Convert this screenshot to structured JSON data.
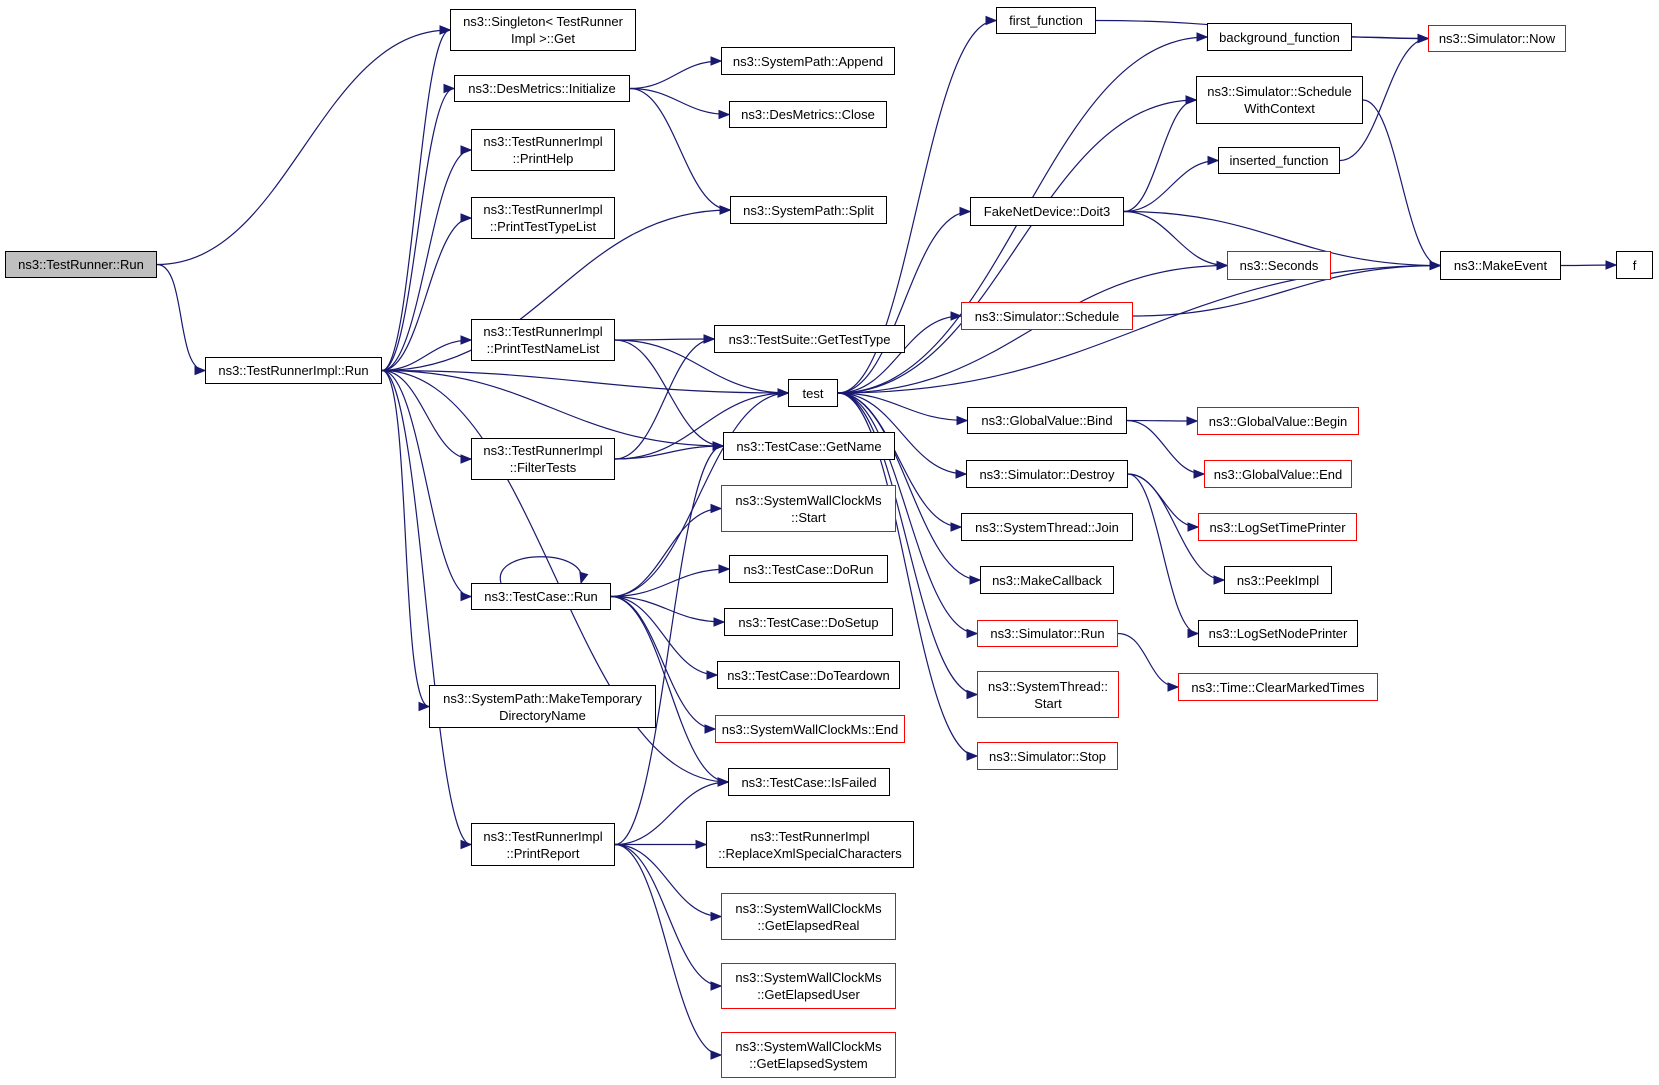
{
  "colors": {
    "edge": "#191970",
    "node_border": "#000000",
    "truncated_border": "#ff0000",
    "focus_fill": "#bfbfbf"
  },
  "nodes": {
    "testrunner_run": {
      "lines": [
        "ns3::TestRunner::Run"
      ],
      "style": "focus"
    },
    "singleton_get": {
      "lines": [
        "ns3::Singleton< TestRunner",
        "Impl >::Get"
      ],
      "style": "normal"
    },
    "desmetrics_initialize": {
      "lines": [
        "ns3::DesMetrics::Initialize"
      ],
      "style": "normal"
    },
    "printhelp": {
      "lines": [
        "ns3::TestRunnerImpl",
        "::PrintHelp"
      ],
      "style": "normal"
    },
    "printtesttypelist": {
      "lines": [
        "ns3::TestRunnerImpl",
        "::PrintTestTypeList"
      ],
      "style": "normal"
    },
    "testrunnerimpl_run": {
      "lines": [
        "ns3::TestRunnerImpl::Run"
      ],
      "style": "normal"
    },
    "printtestnamelist": {
      "lines": [
        "ns3::TestRunnerImpl",
        "::PrintTestNameList"
      ],
      "style": "normal"
    },
    "filtertests": {
      "lines": [
        "ns3::TestRunnerImpl",
        "::FilterTests"
      ],
      "style": "normal"
    },
    "testcase_run": {
      "lines": [
        "ns3::TestCase::Run"
      ],
      "style": "normal"
    },
    "maketemporary": {
      "lines": [
        "ns3::SystemPath::MakeTemporary",
        "DirectoryName"
      ],
      "style": "normal"
    },
    "printreport": {
      "lines": [
        "ns3::TestRunnerImpl",
        "::PrintReport"
      ],
      "style": "normal"
    },
    "systempath_append": {
      "lines": [
        "ns3::SystemPath::Append"
      ],
      "style": "normal"
    },
    "desmetrics_close": {
      "lines": [
        "ns3::DesMetrics::Close"
      ],
      "style": "normal"
    },
    "systempath_split": {
      "lines": [
        "ns3::SystemPath::Split"
      ],
      "style": "normal"
    },
    "gettesttype": {
      "lines": [
        "ns3::TestSuite::GetTestType"
      ],
      "style": "normal"
    },
    "test": {
      "lines": [
        "test"
      ],
      "style": "normal"
    },
    "getname": {
      "lines": [
        "ns3::TestCase::GetName"
      ],
      "style": "normal"
    },
    "wallclock_start": {
      "lines": [
        "ns3::SystemWallClockMs",
        "::Start"
      ],
      "style": "red"
    },
    "dorun": {
      "lines": [
        "ns3::TestCase::DoRun"
      ],
      "style": "normal"
    },
    "dosetup": {
      "lines": [
        "ns3::TestCase::DoSetup"
      ],
      "style": "normal"
    },
    "doteardown": {
      "lines": [
        "ns3::TestCase::DoTeardown"
      ],
      "style": "normal"
    },
    "wallclock_end": {
      "lines": [
        "ns3::SystemWallClockMs::End"
      ],
      "style": "red"
    },
    "isfailed": {
      "lines": [
        "ns3::TestCase::IsFailed"
      ],
      "style": "normal"
    },
    "replacexml": {
      "lines": [
        "ns3::TestRunnerImpl",
        "::ReplaceXmlSpecialCharacters"
      ],
      "style": "normal"
    },
    "getelapsedreal": {
      "lines": [
        "ns3::SystemWallClockMs",
        "::GetElapsedReal"
      ],
      "style": "red"
    },
    "getelapseduser": {
      "lines": [
        "ns3::SystemWallClockMs",
        "::GetElapsedUser"
      ],
      "style": "red"
    },
    "getelapsedsystem": {
      "lines": [
        "ns3::SystemWallClockMs",
        "::GetElapsedSystem"
      ],
      "style": "red"
    },
    "first_function": {
      "lines": [
        "first_function"
      ],
      "style": "normal"
    },
    "background_function": {
      "lines": [
        "background_function"
      ],
      "style": "normal"
    },
    "schedulewithcontext": {
      "lines": [
        "ns3::Simulator::Schedule",
        "WithContext"
      ],
      "style": "normal"
    },
    "inserted_function": {
      "lines": [
        "inserted_function"
      ],
      "style": "normal"
    },
    "doit3": {
      "lines": [
        "FakeNetDevice::Doit3"
      ],
      "style": "normal"
    },
    "simulator_schedule": {
      "lines": [
        "ns3::Simulator::Schedule"
      ],
      "style": "red"
    },
    "globalvalue_bind": {
      "lines": [
        "ns3::GlobalValue::Bind"
      ],
      "style": "normal"
    },
    "simulator_destroy": {
      "lines": [
        "ns3::Simulator::Destroy"
      ],
      "style": "normal"
    },
    "systemthread_join": {
      "lines": [
        "ns3::SystemThread::Join"
      ],
      "style": "normal"
    },
    "makecallback": {
      "lines": [
        "ns3::MakeCallback"
      ],
      "style": "normal"
    },
    "simulator_run": {
      "lines": [
        "ns3::Simulator::Run"
      ],
      "style": "red"
    },
    "systemthread_start": {
      "lines": [
        "ns3::SystemThread::",
        "Start"
      ],
      "style": "red"
    },
    "simulator_stop": {
      "lines": [
        "ns3::Simulator::Stop"
      ],
      "style": "red"
    },
    "simulator_now": {
      "lines": [
        "ns3::Simulator::Now"
      ],
      "style": "red"
    },
    "seconds": {
      "lines": [
        "ns3::Seconds"
      ],
      "style": "red"
    },
    "makeevent": {
      "lines": [
        "ns3::MakeEvent"
      ],
      "style": "normal"
    },
    "f": {
      "lines": [
        "f"
      ],
      "style": "normal"
    },
    "globalvalue_begin": {
      "lines": [
        "ns3::GlobalValue::Begin"
      ],
      "style": "red"
    },
    "globalvalue_end": {
      "lines": [
        "ns3::GlobalValue::End"
      ],
      "style": "red"
    },
    "logsettimeprinter": {
      "lines": [
        "ns3::LogSetTimePrinter"
      ],
      "style": "red"
    },
    "peekimpl": {
      "lines": [
        "ns3::PeekImpl"
      ],
      "style": "normal"
    },
    "logsetnodeprinter": {
      "lines": [
        "ns3::LogSetNodePrinter"
      ],
      "style": "normal"
    },
    "clearmarkedtimes": {
      "lines": [
        "ns3::Time::ClearMarkedTimes"
      ],
      "style": "red"
    }
  },
  "edges": [
    [
      "testrunner_run",
      "singleton_get"
    ],
    [
      "testrunner_run",
      "testrunnerimpl_run"
    ],
    [
      "testrunnerimpl_run",
      "singleton_get"
    ],
    [
      "testrunnerimpl_run",
      "desmetrics_initialize"
    ],
    [
      "testrunnerimpl_run",
      "printhelp"
    ],
    [
      "testrunnerimpl_run",
      "printtesttypelist"
    ],
    [
      "testrunnerimpl_run",
      "systempath_split"
    ],
    [
      "testrunnerimpl_run",
      "printtestnamelist"
    ],
    [
      "testrunnerimpl_run",
      "test"
    ],
    [
      "testrunnerimpl_run",
      "filtertests"
    ],
    [
      "testrunnerimpl_run",
      "getname"
    ],
    [
      "testrunnerimpl_run",
      "testcase_run"
    ],
    [
      "testrunnerimpl_run",
      "isfailed"
    ],
    [
      "testrunnerimpl_run",
      "maketemporary"
    ],
    [
      "testrunnerimpl_run",
      "printreport"
    ],
    [
      "desmetrics_initialize",
      "systempath_append"
    ],
    [
      "desmetrics_initialize",
      "desmetrics_close"
    ],
    [
      "desmetrics_initialize",
      "systempath_split"
    ],
    [
      "printtestnamelist",
      "gettesttype"
    ],
    [
      "printtestnamelist",
      "test"
    ],
    [
      "printtestnamelist",
      "getname"
    ],
    [
      "filtertests",
      "gettesttype"
    ],
    [
      "filtertests",
      "test"
    ],
    [
      "filtertests",
      "getname"
    ],
    [
      "testcase_run",
      "testcase_run"
    ],
    [
      "testcase_run",
      "test"
    ],
    [
      "testcase_run",
      "wallclock_start"
    ],
    [
      "testcase_run",
      "dorun"
    ],
    [
      "testcase_run",
      "dosetup"
    ],
    [
      "testcase_run",
      "doteardown"
    ],
    [
      "testcase_run",
      "wallclock_end"
    ],
    [
      "testcase_run",
      "isfailed"
    ],
    [
      "printreport",
      "getname"
    ],
    [
      "printreport",
      "isfailed"
    ],
    [
      "printreport",
      "replacexml"
    ],
    [
      "printreport",
      "getelapsedreal"
    ],
    [
      "printreport",
      "getelapseduser"
    ],
    [
      "printreport",
      "getelapsedsystem"
    ],
    [
      "test",
      "first_function"
    ],
    [
      "test",
      "background_function"
    ],
    [
      "test",
      "schedulewithcontext"
    ],
    [
      "test",
      "doit3"
    ],
    [
      "test",
      "seconds"
    ],
    [
      "test",
      "simulator_schedule"
    ],
    [
      "test",
      "makeevent"
    ],
    [
      "test",
      "globalvalue_bind"
    ],
    [
      "test",
      "simulator_destroy"
    ],
    [
      "test",
      "systemthread_join"
    ],
    [
      "test",
      "makecallback"
    ],
    [
      "test",
      "simulator_run"
    ],
    [
      "test",
      "systemthread_start"
    ],
    [
      "test",
      "simulator_stop"
    ],
    [
      "first_function",
      "simulator_now"
    ],
    [
      "background_function",
      "simulator_now"
    ],
    [
      "schedulewithcontext",
      "makeevent"
    ],
    [
      "inserted_function",
      "simulator_now"
    ],
    [
      "doit3",
      "schedulewithcontext"
    ],
    [
      "doit3",
      "inserted_function"
    ],
    [
      "doit3",
      "seconds"
    ],
    [
      "doit3",
      "makeevent"
    ],
    [
      "simulator_schedule",
      "makeevent"
    ],
    [
      "makeevent",
      "f"
    ],
    [
      "globalvalue_bind",
      "globalvalue_begin"
    ],
    [
      "globalvalue_bind",
      "globalvalue_end"
    ],
    [
      "simulator_destroy",
      "logsettimeprinter"
    ],
    [
      "simulator_destroy",
      "peekimpl"
    ],
    [
      "simulator_destroy",
      "logsetnodeprinter"
    ],
    [
      "simulator_run",
      "clearmarkedtimes"
    ]
  ]
}
